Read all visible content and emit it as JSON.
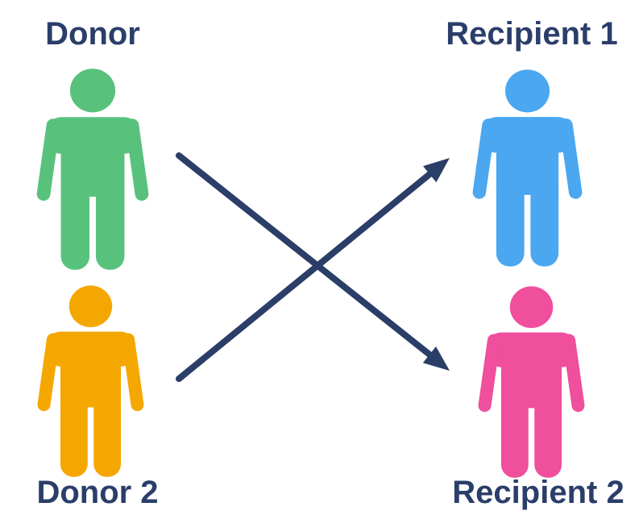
{
  "diagram": {
    "background_color": "#ffffff",
    "label_color": "#2b3e6a",
    "arrow_color": "#2b3e68",
    "nodes": [
      {
        "id": "donor",
        "label": "Donor",
        "color": "#58c27d",
        "icon": "person-icon",
        "label_position": "top"
      },
      {
        "id": "recipient-1",
        "label": "Recipient 1",
        "color": "#4aa7f0",
        "icon": "person-icon",
        "label_position": "top"
      },
      {
        "id": "donor-2",
        "label": "Donor 2",
        "color": "#f5a701",
        "icon": "person-icon",
        "label_position": "bottom"
      },
      {
        "id": "recipient-2",
        "label": "Recipient 2",
        "color": "#ef4f9c",
        "icon": "person-icon",
        "label_position": "bottom"
      }
    ],
    "edges": [
      {
        "from": "donor",
        "to": "recipient-2",
        "style": "solid-arrow"
      },
      {
        "from": "donor-2",
        "to": "recipient-1",
        "style": "solid-arrow"
      }
    ]
  }
}
